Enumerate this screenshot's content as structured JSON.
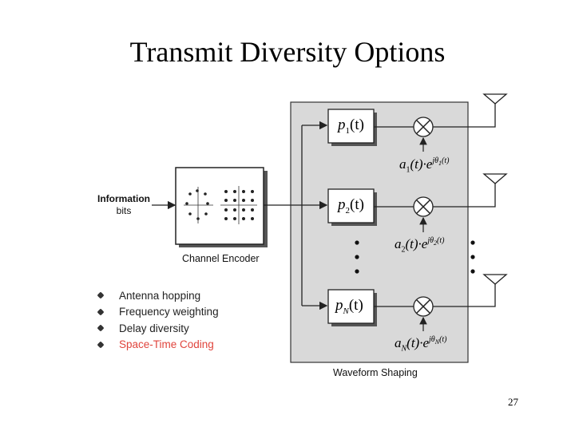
{
  "title": "Transmit Diversity Options",
  "page_number": "27",
  "labels": {
    "information_bits_line1": "Information",
    "information_bits_line2": "bits",
    "channel_encoder": "Channel Encoder",
    "waveform_shaping": "Waveform Shaping"
  },
  "branches": [
    {
      "pulse_base": "p",
      "pulse_sub": "1",
      "pulse_arg": "(t)",
      "gain_base": "a",
      "gain_sub": "1",
      "gain_arg": "(t)·e",
      "phase_exp": "jθ",
      "phase_sub": "1",
      "phase_arg": "(t)"
    },
    {
      "pulse_base": "p",
      "pulse_sub": "2",
      "pulse_arg": "(t)",
      "gain_base": "a",
      "gain_sub": "2",
      "gain_arg": "(t)·e",
      "phase_exp": "jθ",
      "phase_sub": "2",
      "phase_arg": "(t)"
    },
    {
      "pulse_base": "p",
      "pulse_sub": "N",
      "pulse_arg": "(t)",
      "gain_base": "a",
      "gain_sub": "N",
      "gain_arg": "(t)·e",
      "phase_exp": "jθ",
      "phase_sub": "N",
      "phase_arg": "(t)"
    }
  ],
  "options": [
    {
      "label": "Antenna hopping",
      "highlight": false
    },
    {
      "label": "Frequency weighting",
      "highlight": false
    },
    {
      "label": "Delay diversity",
      "highlight": false
    },
    {
      "label": "Space-Time Coding",
      "highlight": true
    }
  ],
  "colors": {
    "panel_fill": "#d9d9d9",
    "highlight": "#e0443c"
  }
}
